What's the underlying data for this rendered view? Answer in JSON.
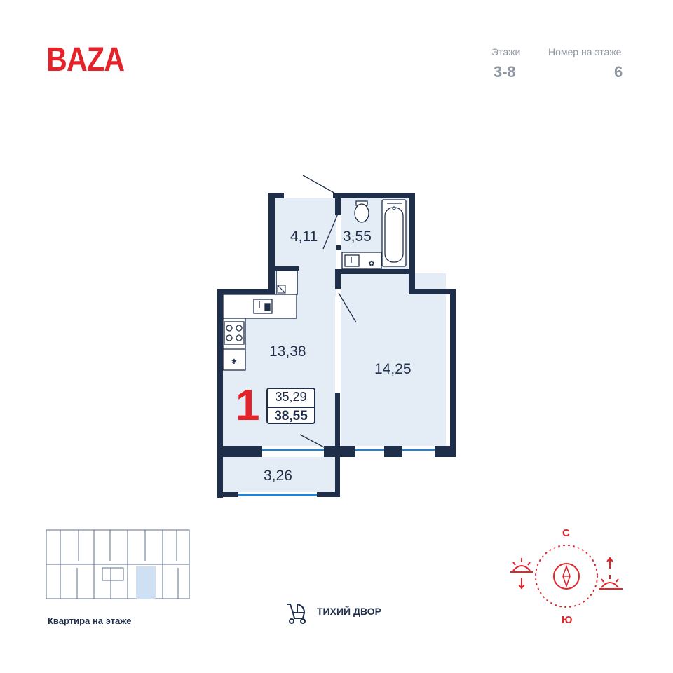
{
  "header": {
    "brand": "BAZA",
    "floors_label": "Этажи",
    "floors_value": "3-8",
    "number_label": "Номер на этаже",
    "number_value": "6"
  },
  "plan": {
    "rooms": [
      {
        "id": "hall",
        "area": "4,11"
      },
      {
        "id": "bathroom",
        "area": "3,55"
      },
      {
        "id": "kitchen-living",
        "area": "13,38"
      },
      {
        "id": "bedroom",
        "area": "14,25"
      },
      {
        "id": "balcony",
        "area": "3,26"
      }
    ],
    "apartment_rooms": "1",
    "living_area": "35,29",
    "total_area": "38,55"
  },
  "footer": {
    "floor_caption": "Квартира на этаже",
    "yard_text": "ТИХИЙ ДВОР",
    "compass_north": "С",
    "compass_south": "Ю"
  },
  "colors": {
    "brand": "#e3222a",
    "wall": "#1f2f4a",
    "room_fill": "#e4ecf6",
    "window": "#2f7fc1",
    "muted": "#8f97a3"
  },
  "icons": [
    "stroller-icon",
    "compass-icon",
    "sunrise-icon",
    "sunset-icon",
    "toilet-icon",
    "bathtub-icon",
    "sink-icon",
    "stove-icon"
  ]
}
